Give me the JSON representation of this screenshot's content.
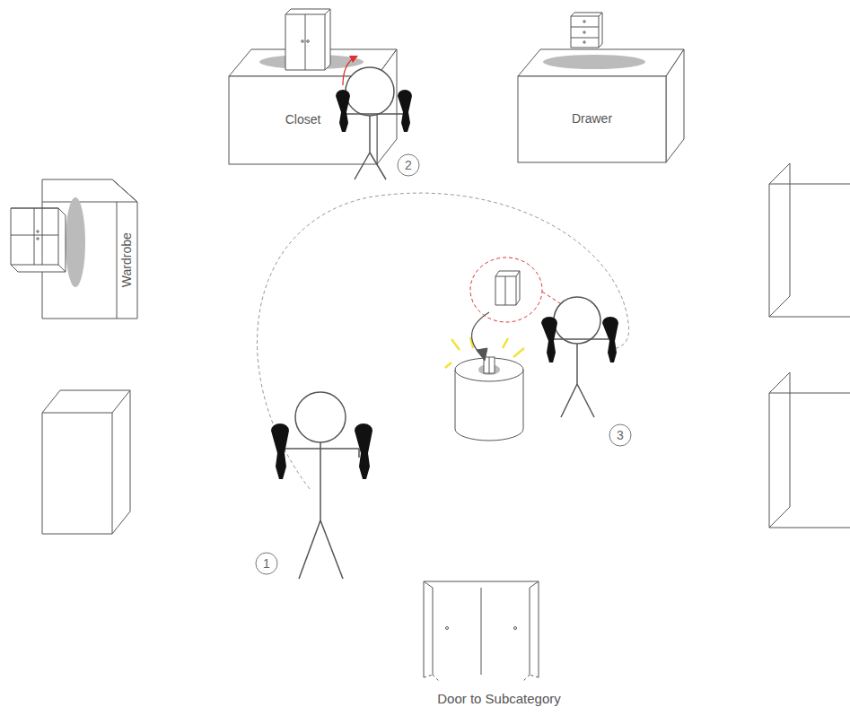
{
  "diagram": {
    "nodes": [
      {
        "text": [
          "Closet"
        ]
      },
      {
        "text": [
          "Drawer"
        ]
      },
      {
        "text": [
          "Wardrobe"
        ]
      },
      {
        "text": [
          "Door to Subcategory"
        ]
      }
    ],
    "labels": [
      "2",
      "3",
      "1"
    ]
  }
}
